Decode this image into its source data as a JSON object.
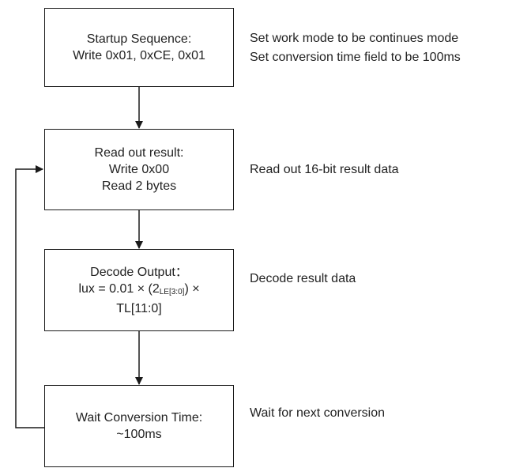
{
  "steps": [
    {
      "lines": [
        "Startup Sequence:",
        "Write 0x01, 0xCE, 0x01"
      ],
      "notes": [
        "Set work mode to be continues mode",
        "Set conversion time field to  be 100ms"
      ]
    },
    {
      "lines": [
        "Read out result:",
        "Write 0x00",
        "Read 2 bytes"
      ],
      "notes": [
        "Read out 16-bit result data"
      ]
    },
    {
      "lines": [
        "Decode Output："
      ],
      "formula": {
        "prefix": "lux = 0.01 × (2",
        "subscript": "LE[3:0]",
        "suffix": ") ×",
        "line3": "TL[11:0]"
      },
      "notes": [
        "Decode result data"
      ]
    },
    {
      "lines": [
        "Wait Conversion Time:",
        "~100ms"
      ],
      "notes": [
        "Wait for next conversion"
      ]
    }
  ]
}
